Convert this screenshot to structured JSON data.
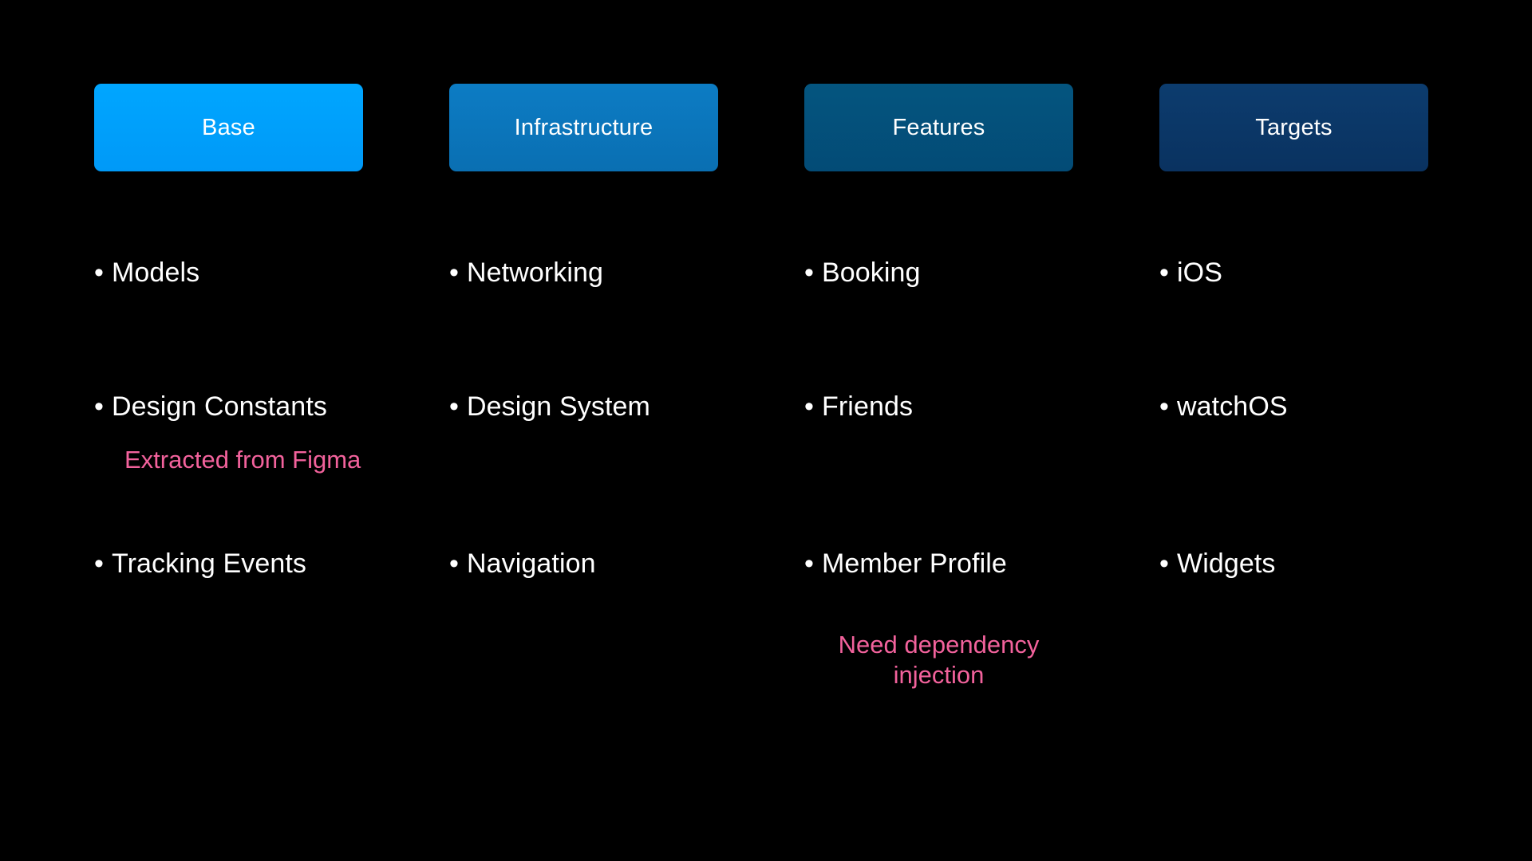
{
  "slide": {
    "background_color": "#000000",
    "text_color": "#ffffff",
    "note_color": "#f2629c"
  },
  "bullet_glyph": "•",
  "columns": [
    {
      "header": {
        "label": "Base",
        "color": "#00a2ff"
      },
      "items": [
        {
          "label": "Models"
        },
        {
          "label": "Design Constants"
        },
        {
          "label": "Tracking Events"
        }
      ],
      "note": "Extracted from Figma"
    },
    {
      "header": {
        "label": "Infrastructure",
        "color": "#0a76bc"
      },
      "items": [
        {
          "label": "Networking"
        },
        {
          "label": "Design System"
        },
        {
          "label": "Navigation"
        }
      ],
      "note": ""
    },
    {
      "header": {
        "label": "Features",
        "color": "#03507d"
      },
      "items": [
        {
          "label": "Booking"
        },
        {
          "label": "Friends"
        },
        {
          "label": "Member Profile"
        }
      ],
      "note": "Need dependency\ninjection"
    },
    {
      "header": {
        "label": "Targets",
        "color": "#0a3766"
      },
      "items": [
        {
          "label": "iOS"
        },
        {
          "label": "watchOS"
        },
        {
          "label": "Widgets"
        }
      ],
      "note": ""
    }
  ]
}
